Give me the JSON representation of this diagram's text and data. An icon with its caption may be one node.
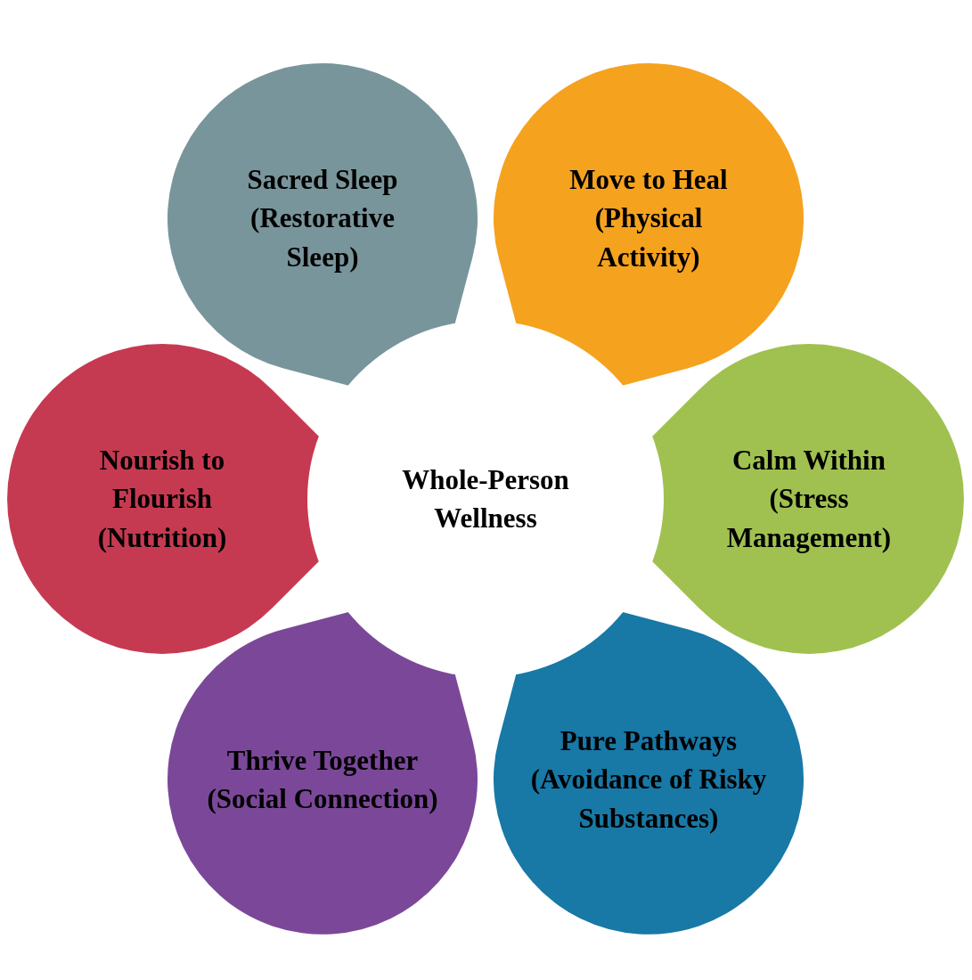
{
  "diagram": {
    "nodes": [
      {
        "text": [
          "Sacred Sleep",
          "(Restorative Sleep)"
        ]
      },
      {
        "text": [
          "Move to Heal",
          "(Physical Activity)"
        ]
      },
      {
        "text": [
          "Nourish to Flourish",
          "(Nutrition)"
        ]
      },
      {
        "text": [
          "Whole-Person Wellness"
        ]
      },
      {
        "text": [
          "Calm Within",
          "(Stress Management)"
        ]
      },
      {
        "text": [
          "Thrive Together",
          "(Social Connection)"
        ]
      },
      {
        "text": [
          "Pure Pathways",
          "(Avoidance of Risky Substances)"
        ]
      }
    ]
  }
}
